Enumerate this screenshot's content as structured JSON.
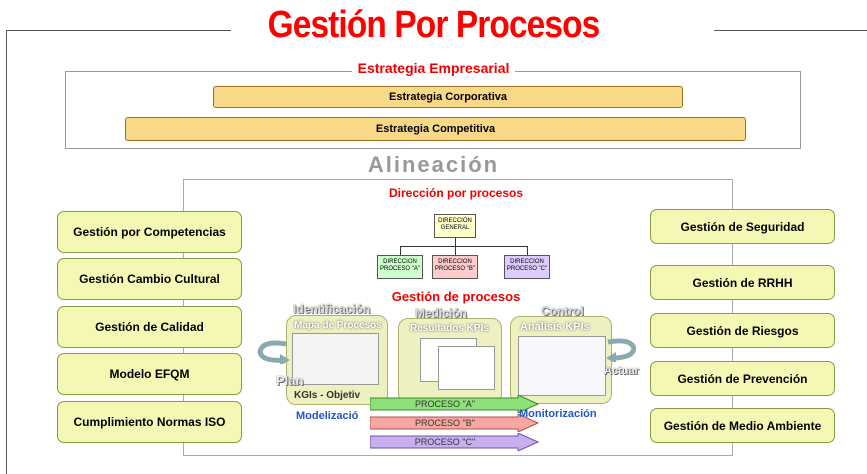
{
  "title": "Gestión Por Procesos",
  "strategy": {
    "heading": "Estrategia Empresarial",
    "corporate": "Estrategia Corporativa",
    "competitive": "Estrategia Competitiva"
  },
  "alignment": "Alineación",
  "left_items": [
    "Gestión por Competencias",
    "Gestión Cambio Cultural",
    "Gestión de Calidad",
    "Modelo EFQM",
    "Cumplimiento Normas ISO"
  ],
  "right_items": [
    "Gestión de Seguridad",
    "Gestión de RRHH",
    "Gestión de Riesgos",
    "Gestión de Prevención",
    "Gestión de Medio Ambiente"
  ],
  "center": {
    "direction_heading": "Dirección por procesos",
    "org_top": "DIRECCION GENERAL",
    "org_a": "DIRECCION PROCESO \"A\"",
    "org_b": "DIRECCION PROCESO \"B\"",
    "org_c": "DIRECCION PROCESO \"C\"",
    "management_heading": "Gestión de procesos",
    "phase1": "Identificación",
    "phase2": "Medición",
    "phase3": "Control",
    "panel1_title": "Mapa de Procesos",
    "panel2_title": "Resultados KPIs",
    "panel3_title": "Análisis KPIs",
    "kgi_label": "KGIs - Objetiv",
    "plan": "Plan",
    "actuar": "Actuar",
    "modelizacion": "Modelizació",
    "monitorizacion": "Monitorización",
    "proceso_a": "PROCESO \"A\"",
    "proceso_b": "PROCESO \"B\"",
    "proceso_c": "PROCESO \"C\""
  },
  "colors": {
    "title_red": "#ff0000",
    "bar_fill": "#f9d888",
    "side_fill": "#f4f8b4",
    "blue": "#2255cc"
  }
}
